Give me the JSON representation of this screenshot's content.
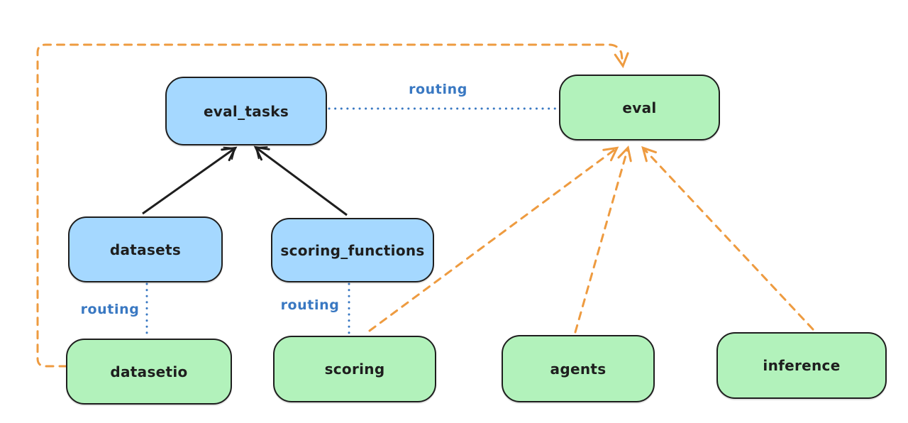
{
  "diagram": {
    "type": "architecture-diagram",
    "background": "#ffffff",
    "colors": {
      "blue_node_fill": "#a5d8ff",
      "green_node_fill": "#b2f2bb",
      "node_stroke": "#1e1e1e",
      "routing_blue": "#3978c2",
      "arrow_orange": "#ee9b40",
      "arrow_black": "#1e1e1e"
    },
    "nodes": [
      {
        "id": "eval_tasks",
        "label": "eval_tasks",
        "color": "blue"
      },
      {
        "id": "eval",
        "label": "eval",
        "color": "green"
      },
      {
        "id": "datasets",
        "label": "datasets",
        "color": "blue"
      },
      {
        "id": "scoring_functions",
        "label": "scoring_functions",
        "color": "blue"
      },
      {
        "id": "datasetio",
        "label": "datasetio",
        "color": "green"
      },
      {
        "id": "scoring",
        "label": "scoring",
        "color": "green"
      },
      {
        "id": "agents",
        "label": "agents",
        "color": "green"
      },
      {
        "id": "inference",
        "label": "inference",
        "color": "green"
      }
    ],
    "edge_labels": [
      {
        "id": "routing-eval-tasks-to-eval",
        "text": "routing"
      },
      {
        "id": "routing-datasets-to-datasetio",
        "text": "routing"
      },
      {
        "id": "routing-scoring-functions-to-scoring",
        "text": "routing"
      }
    ],
    "edges": [
      {
        "from": "datasets",
        "to": "eval_tasks",
        "style": "solid-black-arrow"
      },
      {
        "from": "scoring_functions",
        "to": "eval_tasks",
        "style": "solid-black-arrow"
      },
      {
        "from": "eval_tasks",
        "to": "eval",
        "style": "dotted-blue",
        "label": "routing"
      },
      {
        "from": "datasets",
        "to": "datasetio",
        "style": "dotted-blue",
        "label": "routing"
      },
      {
        "from": "scoring_functions",
        "to": "scoring",
        "style": "dotted-blue",
        "label": "routing"
      },
      {
        "from": "datasetio",
        "to": "eval",
        "style": "dashed-orange-arrow"
      },
      {
        "from": "scoring",
        "to": "eval",
        "style": "dashed-orange-arrow"
      },
      {
        "from": "agents",
        "to": "eval",
        "style": "dashed-orange-arrow"
      },
      {
        "from": "inference",
        "to": "eval",
        "style": "dashed-orange-arrow"
      }
    ]
  }
}
